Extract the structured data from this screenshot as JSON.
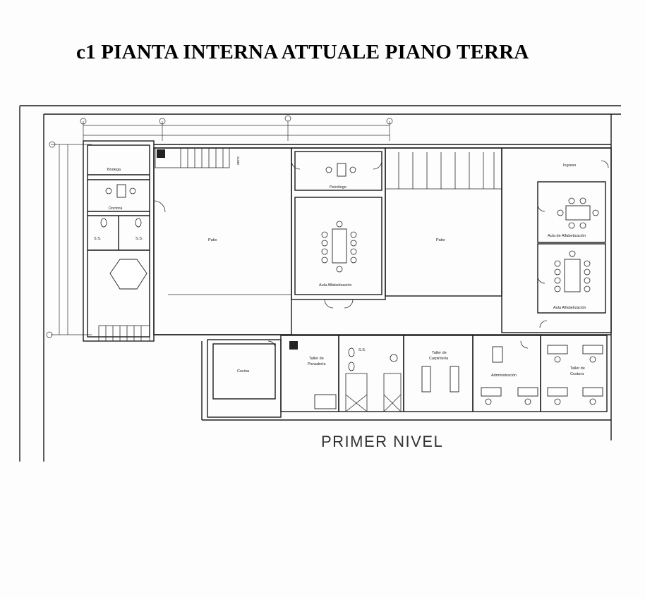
{
  "title": "c1 PIANTA INTERNA ATTUALE PIANO TERRA",
  "caption": "PRIMER NIVEL",
  "rooms": {
    "bodega": "Bodega",
    "doctora": "Doctora",
    "ss_left_1": "S.S.",
    "ss_left_2": "S.S.",
    "patio_left": "Patio",
    "psicologo": "Psicólogo",
    "aula_center": "Aula Alfabetización",
    "patio_right": "Patio",
    "ingreso": "Ingreso",
    "aula_right_1": "Aula de Alfabetización",
    "aula_right_2": "Aula Alfabetización",
    "cocina": "Cocina",
    "taller_panaderia_1": "Taller de",
    "taller_panaderia_2": "Panadería",
    "ss_bottom": "S.S.",
    "taller_carpinteria_1": "Taller de",
    "taller_carpinteria_2": "Carpintería",
    "administracion": "Administración",
    "taller_costura_1": "Taller de",
    "taller_costura_2": "Costura",
    "sube": "SUBE"
  }
}
